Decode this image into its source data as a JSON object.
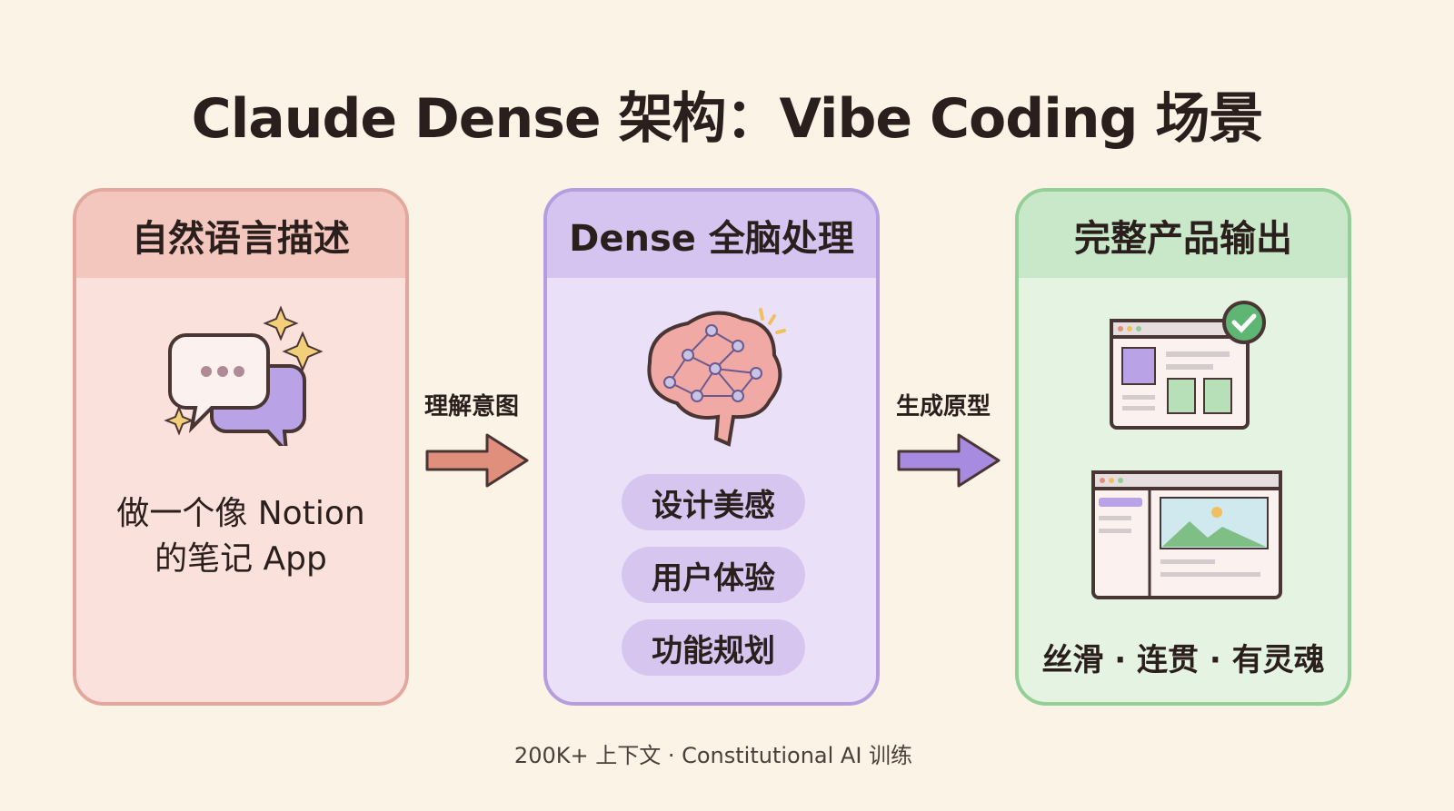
{
  "title": "Claude Dense 架构：Vibe Coding 场景",
  "panels": [
    {
      "header": "自然语言描述",
      "line1": "做一个像 Notion",
      "line2": "的笔记 App"
    },
    {
      "header": "Dense 全脑处理",
      "pills": [
        "设计美感",
        "用户体验",
        "功能规划"
      ]
    },
    {
      "header": "完整产品输出",
      "tagline": "丝滑 · 连贯 · 有灵魂"
    }
  ],
  "arrows": [
    "理解意图",
    "生成原型"
  ],
  "footer": "200K+ 上下文 · Constitutional AI 训练",
  "colors": {
    "background": "#fbf3e5",
    "red": "#e3a79d",
    "purple": "#b59de0",
    "green": "#93cf97"
  }
}
